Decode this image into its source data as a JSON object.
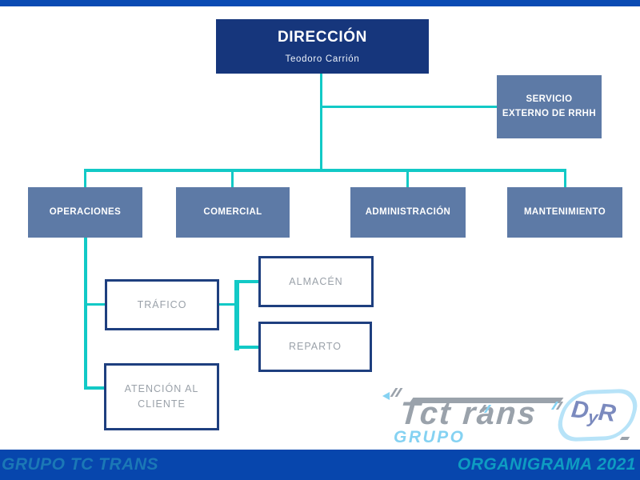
{
  "org": {
    "direccion": {
      "title": "DIRECCIÓN",
      "person": "Teodoro Carrión"
    },
    "servicio_externo": {
      "line1": "SERVICIO",
      "line2": "EXTERNO DE RRHH"
    },
    "level2": [
      {
        "label": "OPERACIONES"
      },
      {
        "label": "COMERCIAL"
      },
      {
        "label": "ADMINISTRACIÓN"
      },
      {
        "label": "MANTENIMIENTO"
      }
    ],
    "level3": [
      {
        "label": "TRÁFICO"
      },
      {
        "label": "ALMACÉN"
      },
      {
        "label": "REPARTO"
      },
      {
        "label": "ATENCIÓN AL CLIENTE"
      }
    ]
  },
  "footer": {
    "left_label": "GRUPO TC TRANS",
    "right_label": "ORGANIGRAMA 2021"
  },
  "logo": {
    "brand_left": "Tct",
    "brand_right": "rans",
    "badge_d": "D",
    "badge_y": "y",
    "badge_r": "R",
    "group_word": "GRUPO"
  },
  "colors": {
    "accent_teal": "#12c9c6",
    "navy_box": "#16367c",
    "slate_box": "#5d7aa6",
    "top_bar_blue": "#0b4bb3",
    "bottom_bar_blue": "#0746ad",
    "footer_left_text": "#1b78b6",
    "footer_right_text": "#0e9cc2",
    "white_box_border": "#1e3f7f",
    "muted_gray_text": "#9aa1a9",
    "logo_gray": "#9aa2ab",
    "logo_blue": "#7b8abe",
    "logo_light_blue": "#85d2f2"
  }
}
